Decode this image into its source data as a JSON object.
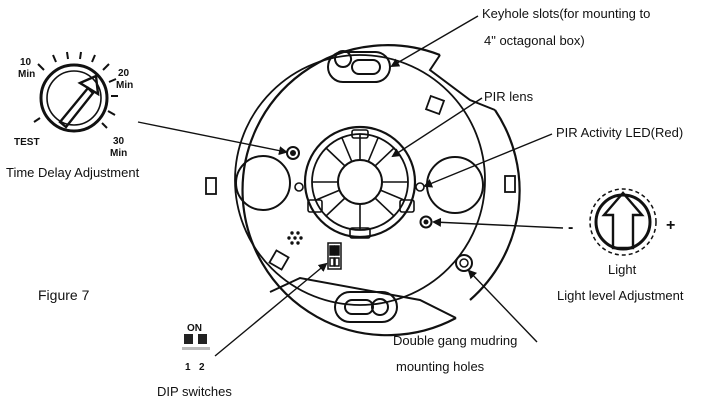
{
  "figure_label": "Figure 7",
  "callouts": {
    "keyhole_line1": "Keyhole slots(for mounting to",
    "keyhole_line2": "4\" octagonal box)",
    "pir_lens": "PIR lens",
    "pir_led": "PIR Activity LED(Red)",
    "time_delay": "Time Delay Adjustment",
    "light": "Light",
    "light_level": "Light level Adjustment",
    "double_gang_line1": "Double gang mudring",
    "double_gang_line2": "mounting holes",
    "dip_switches": "DIP switches"
  },
  "time_dial": {
    "test": "TEST",
    "min10_num": "10",
    "min10_unit": "Min",
    "min20_num": "20",
    "min20_unit": "Min",
    "min30_num": "30",
    "min30_unit": "Min"
  },
  "light_dial": {
    "minus": "-",
    "plus": "+"
  },
  "dip_inset": {
    "on": "ON",
    "num1": "1",
    "num2": "2"
  }
}
